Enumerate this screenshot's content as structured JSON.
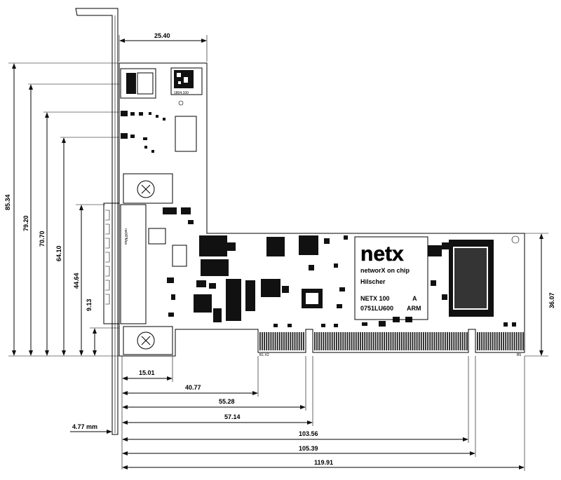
{
  "dimensions": {
    "top_width": "25.40",
    "h_85_34": "85.34",
    "h_79_20": "79.20",
    "h_70_70": "70.70",
    "h_64_10": "64.10",
    "h_44_64": "44.64",
    "h_9_13": "9.13",
    "h_36_07": "36.07",
    "b_15_01": "15.01",
    "b_40_77": "40.77",
    "b_55_28": "55.28",
    "b_57_14": "57.14",
    "b_4_77": "4.77 mm",
    "b_103_56": "103.56",
    "b_105_39": "105.39",
    "b_119_91": "119.91"
  },
  "chip": {
    "logo": "netx",
    "tagline": "networX on chip",
    "maker": "Hilscher",
    "model": "NETX 100",
    "rev": "A",
    "lot": "0751LU600",
    "arch": "ARM"
  },
  "board_labels": {
    "edge_left": "B1 X2",
    "edge_right": "B5",
    "qr_code": "1804.100",
    "bracket_text": "netXPMax"
  }
}
